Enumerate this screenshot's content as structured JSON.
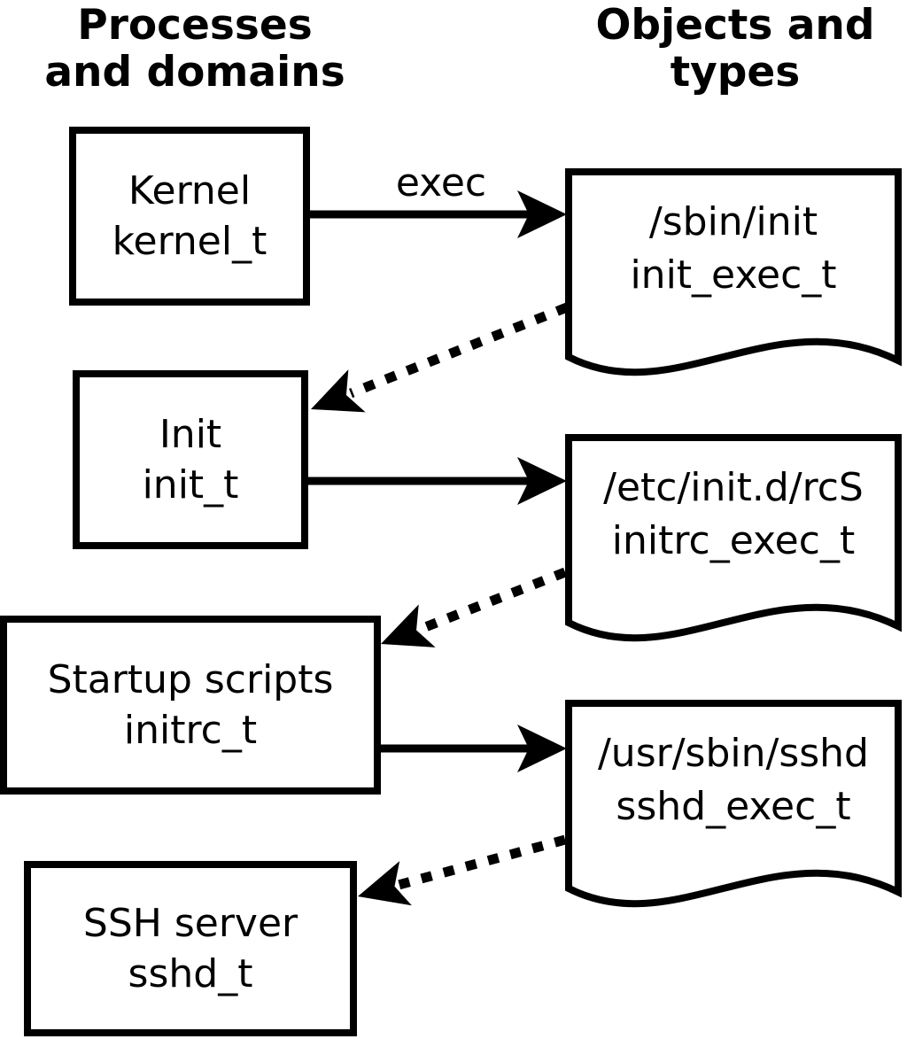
{
  "headings": {
    "left": {
      "line1": "Processes",
      "line2": "and domains"
    },
    "right": {
      "line1": "Objects and",
      "line2": "types"
    }
  },
  "processes": [
    {
      "name": "Kernel",
      "type": "kernel_t"
    },
    {
      "name": "Init",
      "type": "init_t"
    },
    {
      "name": "Startup scripts",
      "type": "initrc_t"
    },
    {
      "name": "SSH server",
      "type": "sshd_t"
    }
  ],
  "objects": [
    {
      "path": "/sbin/init",
      "type": "init_exec_t"
    },
    {
      "path": "/etc/init.d/rcS",
      "type": "initrc_exec_t"
    },
    {
      "path": "/usr/sbin/sshd",
      "type": "sshd_exec_t"
    }
  ],
  "labels": {
    "exec": "exec"
  },
  "colors": {
    "stroke": "#000000",
    "background": "#ffffff"
  }
}
